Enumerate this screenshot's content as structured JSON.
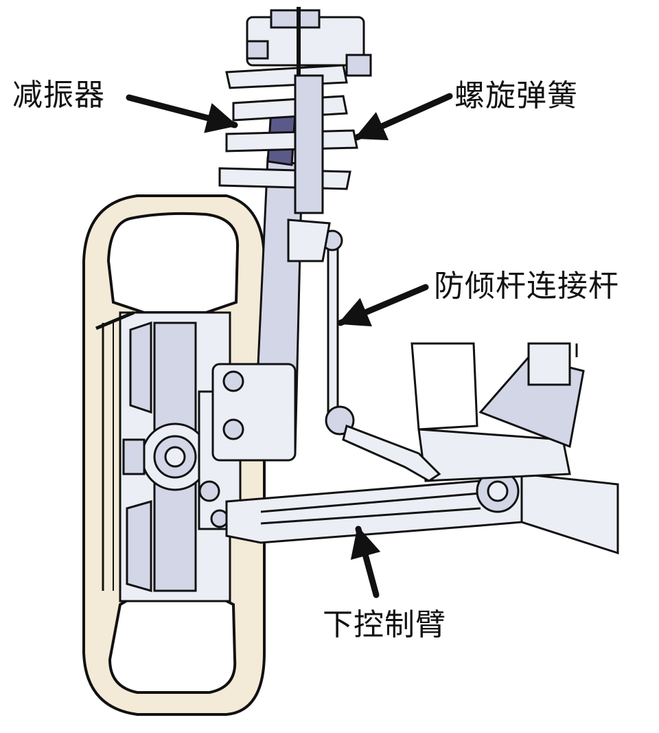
{
  "labels": {
    "shock_absorber": "减振器",
    "coil_spring": "螺旋弹簧",
    "stabilizer_link": "防倾杆连接杆",
    "lower_control_arm": "下控制臂"
  },
  "colors": {
    "outline": "#111111",
    "tire_fill": "#f3ead7",
    "metal_light": "#eceef5",
    "metal_mid": "#d2d6e6",
    "metal_dark": "#9ea4c2",
    "shock_body": "#5a5a8a",
    "background": "#ffffff"
  }
}
